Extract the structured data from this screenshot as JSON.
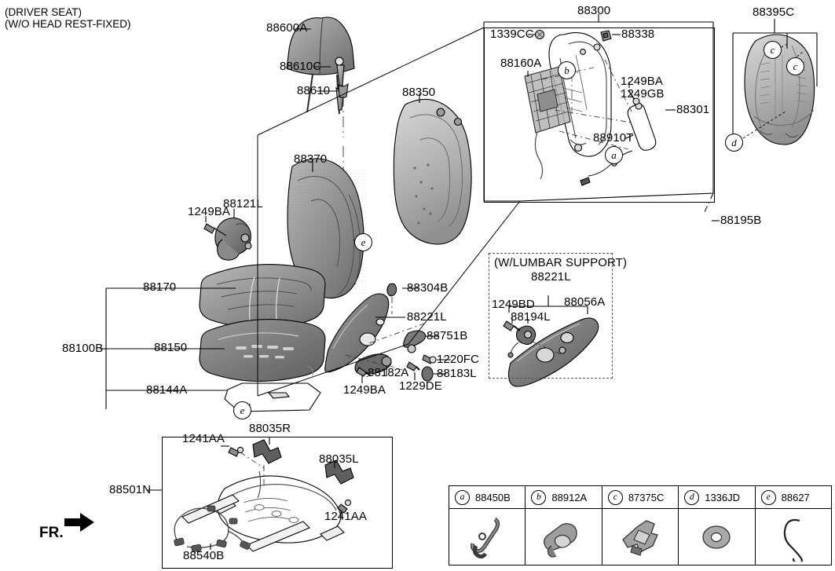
{
  "diagram": {
    "title_line1": "(DRIVER SEAT)",
    "title_line2": "(W/O HEAD REST-FIXED)",
    "front_marker": "FR."
  },
  "labels": {
    "headrest": "88600A",
    "headrest_guide_c": "88610C",
    "headrest_guide": "88610",
    "back_pad": "88350",
    "back_cover": "88370",
    "back_frame_assy": "88300",
    "screw_1339cc": "1339CC",
    "clip_88338": "88338",
    "spring_mat": "88160A",
    "bolt_1249ba_gb_1": "1249BA",
    "bolt_1249ba_gb_2": "1249GB",
    "back_frame": "88301",
    "lumbar_actuator": "88910T",
    "back_panel": "88395C",
    "bolt_88195b": "88195B",
    "recliner_cover": "88121L",
    "bolt_1249ba_left": "1249BA",
    "cushion_cover": "88170",
    "cushion_pad": "88150",
    "cushion_frame_cover": "88144A",
    "cushion_assy": "88100B",
    "knob_88304b": "88304B",
    "side_shield": "88221L",
    "knob_88751b": "88751B",
    "screw_1220fc": "1220FC",
    "handle_88182a": "88182A",
    "screw_1229de": "1229DE",
    "cap_88183l": "88183L",
    "bolt_1249ba_shield": "1249BA",
    "track_assy": "88501N",
    "bracket_r": "88035R",
    "bracket_l": "88035L",
    "bolt_1241aa_left": "1241AA",
    "bolt_1241aa_right": "1241AA",
    "wiring_harness": "88540B"
  },
  "lumbar_box": {
    "title": "(W/LUMBAR SUPPORT)",
    "side_shield": "88221L",
    "bolt": "1249BD",
    "switch": "88194L",
    "knob": "88056A"
  },
  "callouts": {
    "a": "a",
    "b": "b",
    "c": "c",
    "d": "d",
    "e": "e"
  },
  "legend": {
    "rows": [
      {
        "key": "a",
        "code": "88450B",
        "icon": "hook-clip-icon"
      },
      {
        "key": "b",
        "code": "88912A",
        "icon": "socket-clip-icon"
      },
      {
        "key": "c",
        "code": "87375C",
        "icon": "panel-fastener-icon"
      },
      {
        "key": "d",
        "code": "1336JD",
        "icon": "washer-icon"
      },
      {
        "key": "e",
        "code": "88627",
        "icon": "hook-wire-icon"
      }
    ]
  }
}
